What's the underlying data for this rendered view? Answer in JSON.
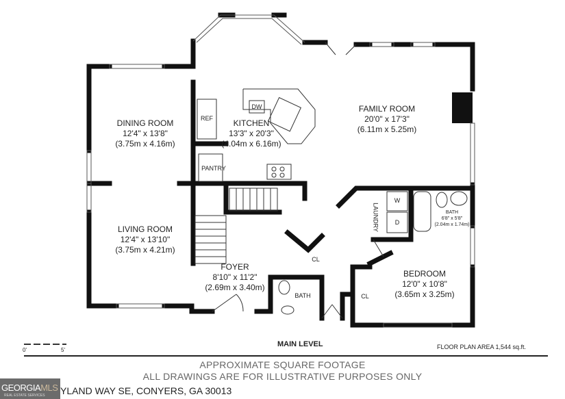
{
  "rooms": {
    "dining": {
      "name": "DINING ROOM",
      "imperial": "12'4\" x 13'8\"",
      "metric": "(3.75m x 4.16m)"
    },
    "kitchen": {
      "name": "KITCHEN",
      "imperial": "13'3\" x 20'3\"",
      "metric": "(4.04m x 6.16m)"
    },
    "family": {
      "name": "FAMILY ROOM",
      "imperial": "20'0\" x 17'3\"",
      "metric": "(6.11m x 5.25m)"
    },
    "living": {
      "name": "LIVING ROOM",
      "imperial": "12'4\" x 13'10\"",
      "metric": "(3.75m x 4.21m)"
    },
    "foyer": {
      "name": "FOYER",
      "imperial": "8'10\" x 11'2\"",
      "metric": "(2.69m x 3.40m)"
    },
    "bedroom": {
      "name": "BEDROOM",
      "imperial": "12'0\" x 10'8\"",
      "metric": "(3.65m x 3.25m)"
    },
    "bath_upper": {
      "name": "BATH",
      "imperial": "6'8\" x 5'8\"",
      "metric": "(2.04m x 1.74m)"
    },
    "bath_lower": {
      "name": "BATH"
    }
  },
  "fixtures": {
    "ref": "REF",
    "dw": "DW",
    "pantry": "PANTRY",
    "laundry": "LAUNDRY",
    "washer": "W",
    "dryer": "D",
    "closet1": "CL",
    "closet2": "CL"
  },
  "scale": {
    "start": "0'",
    "end": "5'"
  },
  "level": "MAIN LEVEL",
  "area": "FLOOR PLAN AREA 1,544 sq.ft.",
  "disclaimer": [
    "APPROXIMATE SQUARE FOOTAGE",
    "ALL DRAWINGS ARE FOR ILLUSTRATIVE PURPOSES ONLY"
  ],
  "address": "YLAND WAY SE, CONYERS, GA 30013",
  "logo": {
    "brand_a": "GEORGIA",
    "brand_b": "MLS",
    "tagline": "REAL ESTATE SERVICES"
  }
}
